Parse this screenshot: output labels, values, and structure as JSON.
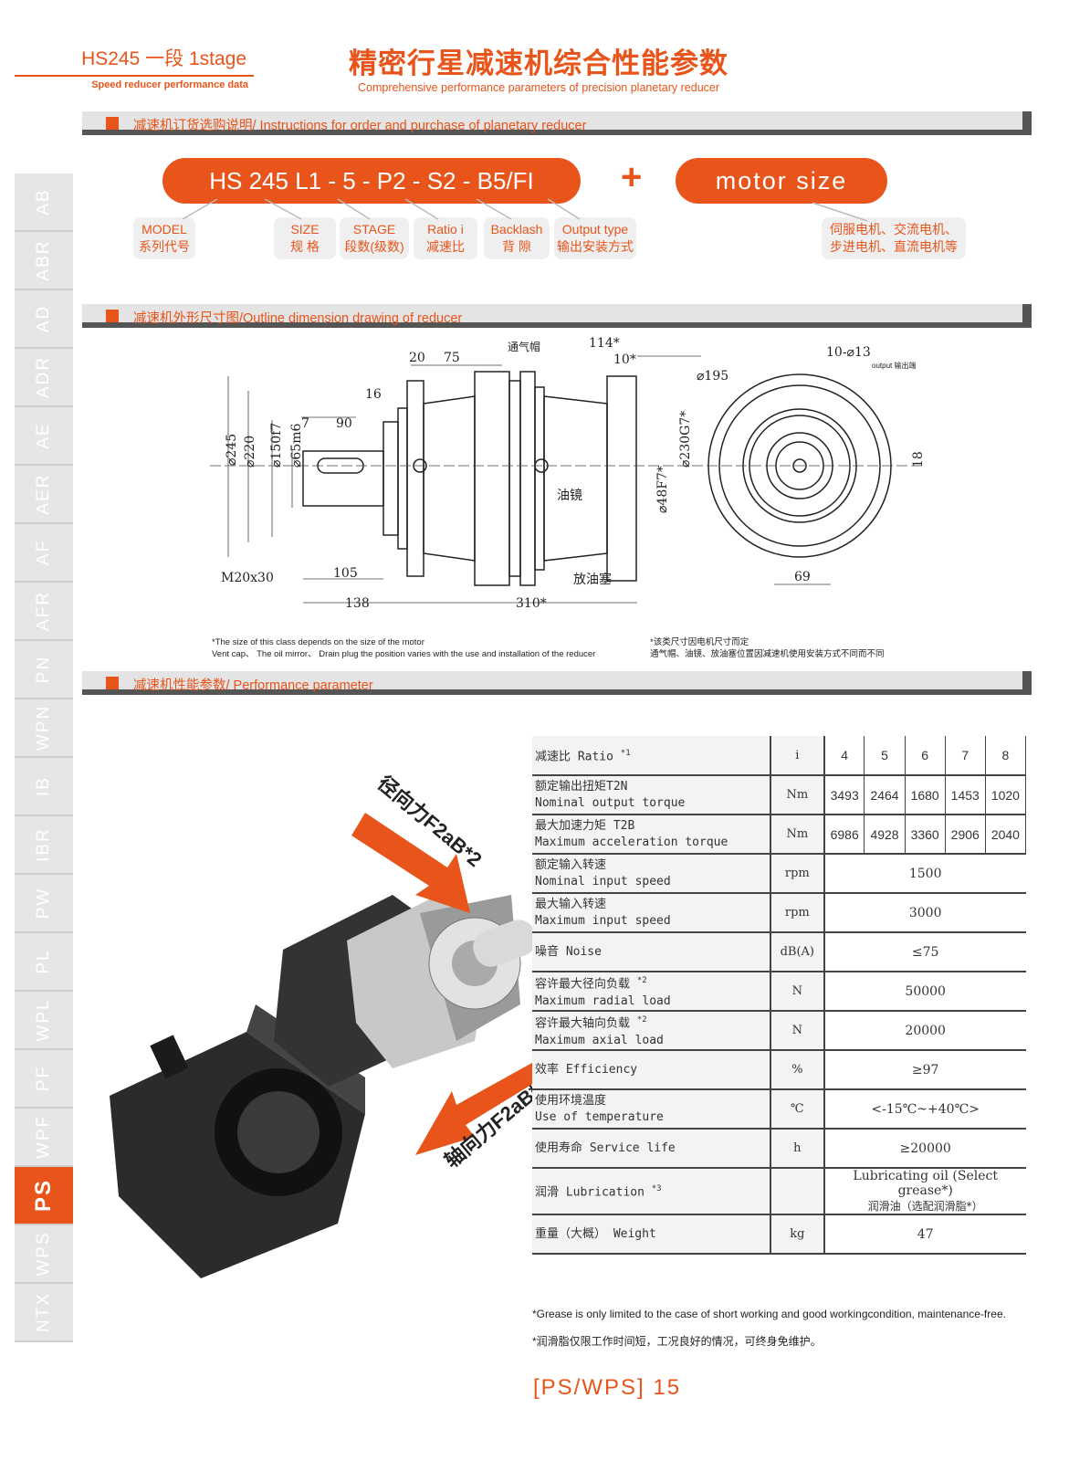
{
  "header": {
    "model_title": "HS245 一段 1stage",
    "model_subtitle": "Speed reducer performance data",
    "main_title": "精密行星减速机综合性能参数",
    "main_subtitle": "Comprehensive performance parameters of precision planetary reducer"
  },
  "sections": {
    "order": "减速机订货选购说明/ Instructions for order and purchase of planetary reducer",
    "outline": "减速机外形尺寸图/Outline  dimension  drawing  of  reducer",
    "performance": "减速机性能参数/ Performance parameter"
  },
  "order_code": {
    "code": "HS 245  L1 -  5  -  P2  -  S2  -  B5/FI",
    "plus": "+",
    "motor": "motor size",
    "labels": [
      {
        "en": "MODEL",
        "cn": "系列代号"
      },
      {
        "en": "SIZE",
        "cn": "规 格"
      },
      {
        "en": "STAGE",
        "cn": "段数(级数)"
      },
      {
        "en": "Ratio i",
        "cn": "减速比"
      },
      {
        "en": "Backlash",
        "cn": "背 隙"
      },
      {
        "en": "Output type",
        "cn": "输出安装方式"
      }
    ],
    "motor_types": {
      "line1": "伺服电机、交流电机、",
      "line2": "步进电机、直流电机等"
    }
  },
  "sidebar": {
    "tabs": [
      "AB",
      "ABR",
      "AD",
      "ADR",
      "AE",
      "AER",
      "AF",
      "AFR",
      "PN",
      "WPN",
      "IB",
      "IBR",
      "PW",
      "PL",
      "WPL",
      "PF",
      "WPF",
      "PS",
      "WPS",
      "NTX"
    ],
    "active": "PS"
  },
  "drawing": {
    "dims": {
      "d245": "⌀245",
      "d220": "⌀220",
      "d150": "⌀150f7",
      "d65": "⌀65m6",
      "l20": "20",
      "l75": "75",
      "l16": "16",
      "l7": "7",
      "l90": "90",
      "l105": "105",
      "l138": "138",
      "l310": "310*",
      "l114": "114*",
      "l10": "10*",
      "d48": "⌀48F7*",
      "d230": "⌀230G7*",
      "m20": "M20x30",
      "d195": "⌀195",
      "holes": "10-⌀13",
      "w18": "18",
      "w69": "69"
    },
    "callouts": {
      "vent": "通气帽",
      "oil_mirror": "油镜",
      "drain": "放油塞",
      "output": "output  输出端"
    },
    "notes": {
      "en1": "*The size of this class depends on the size of the motor",
      "en2": "Vent cap、 The oil mirror、 Drain plug the position varies with the use and installation of the reducer",
      "cn1": "*该类尺寸因电机尺寸而定",
      "cn2": "通气帽、油镜、放油塞位置因减速机使用安装方式不同而不同"
    }
  },
  "photo": {
    "radial_force": "径向力F2aB*2",
    "axial_force": "轴向力F2aB*2"
  },
  "table": {
    "ratio_row": {
      "cn": "减速比 Ratio",
      "sup": "*1",
      "unit": "i",
      "values": [
        "4",
        "5",
        "6",
        "7",
        "8"
      ]
    },
    "rows": [
      {
        "cn": "额定输出扭矩T2N",
        "en": "Nominal output torque",
        "unit": "Nm",
        "values": [
          "3493",
          "2464",
          "1680",
          "1453",
          "1020"
        ]
      },
      {
        "cn": "最大加速力矩 T2B",
        "en": "Maximum acceleration torque",
        "unit": "Nm",
        "values": [
          "6986",
          "4928",
          "3360",
          "2906",
          "2040"
        ]
      },
      {
        "cn": "额定输入转速",
        "en": "Nominal input speed",
        "unit": "rpm",
        "value": "1500"
      },
      {
        "cn": "最大输入转速",
        "en": "Maximum input speed",
        "unit": "rpm",
        "value": "3000"
      },
      {
        "cn": "噪音 Noise",
        "en": "",
        "unit": "dB(A)",
        "value": "≤75"
      },
      {
        "cn": "容许最大径向负载",
        "sup": "*2",
        "en": "Maximum radial load",
        "unit": "N",
        "value": "50000"
      },
      {
        "cn": "容许最大轴向负载",
        "sup": "*2",
        "en": "Maximum axial load",
        "unit": "N",
        "value": "20000"
      },
      {
        "cn": "效率 Efficiency",
        "en": "",
        "unit": "%",
        "value": "≥97"
      },
      {
        "cn": "使用环境温度",
        "en": "Use of temperature",
        "unit": "℃",
        "value": "<-15℃~+40℃>"
      },
      {
        "cn": "使用寿命 Service life",
        "en": "",
        "unit": "h",
        "value": "≥20000"
      },
      {
        "cn": "润滑 Lubrication",
        "sup": "*3",
        "en": "",
        "unit": "",
        "value": "Lubricating oil (Select grease*)",
        "value2": "润滑油（选配润滑脂*）"
      },
      {
        "cn": "重量（大概） Weight",
        "en": "",
        "unit": "kg",
        "value": "47"
      }
    ]
  },
  "footnotes": {
    "en": "*Grease is only limited to the case of short working and good workingcondition, maintenance-free.",
    "cn": "*润滑脂仅限工作时间短，工况良好的情况，可终身免维护。"
  },
  "page_number": "[PS/WPS] 15"
}
